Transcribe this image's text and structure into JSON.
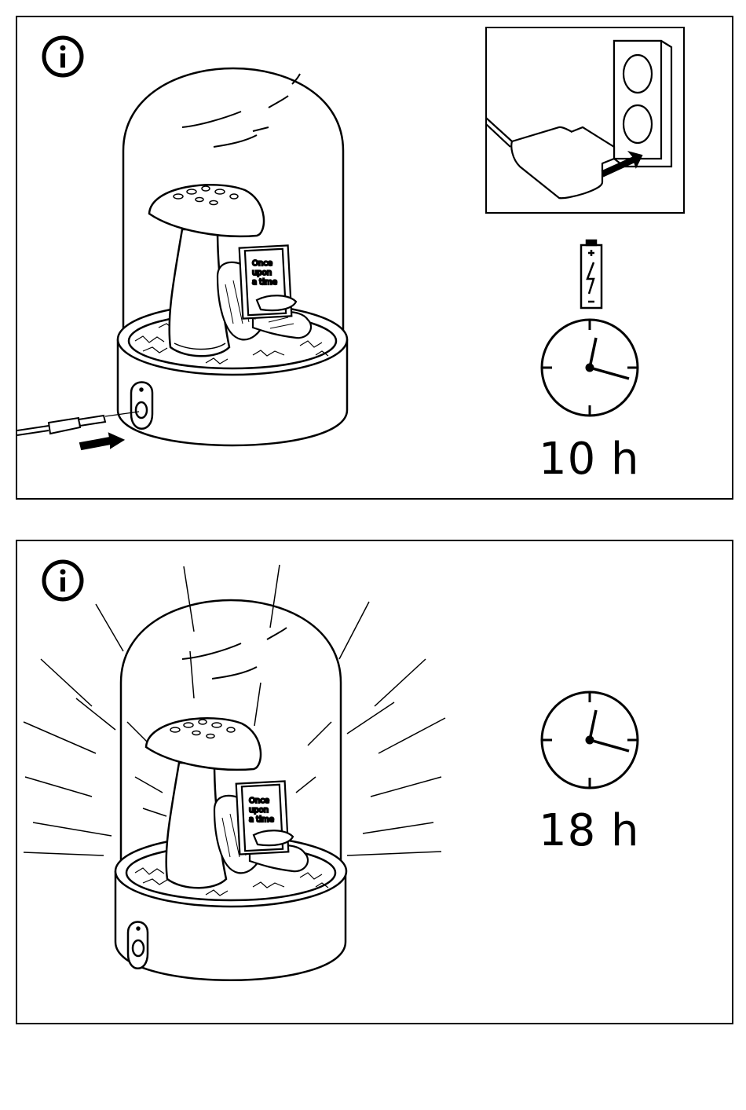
{
  "panels": [
    {
      "info_icon": "info-icon",
      "book_lines": [
        "Once",
        "upon",
        "a time"
      ],
      "battery_icon": "battery-charging-icon",
      "clock_icon": "clock-icon",
      "plug_icon": "power-plug-icon",
      "duration": "10 h"
    },
    {
      "info_icon": "info-icon",
      "book_lines": [
        "Once",
        "upon",
        "a time"
      ],
      "clock_icon": "clock-icon",
      "duration": "18 h"
    }
  ]
}
